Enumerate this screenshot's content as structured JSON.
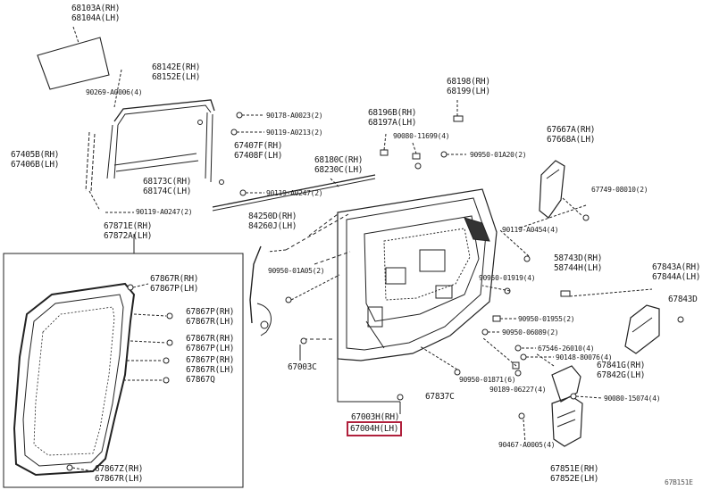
{
  "diagram": {
    "highlight_color": "#b0203c",
    "labels": {
      "p68103a": "68103A(RH)",
      "p68104a": "68104A(LH)",
      "p68142e": "68142E(RH)",
      "p68152e": "68152E(LH)",
      "p90269": "90269-A0006(4)",
      "p90178": "90178-A0023(2)",
      "p90119a": "90119-A0213(2)",
      "p67407f": "67407F(RH)",
      "p67408f": "67408F(LH)",
      "p67405b": "67405B(RH)",
      "p67406b": "67406B(LH)",
      "p68173c": "68173C(RH)",
      "p68174c": "68174C(LH)",
      "p90119b": "90119-A0247(2)",
      "p90119c": "90119-A0247(2)",
      "p68196b": "68196B(RH)",
      "p68197a": "68197A(LH)",
      "p68198": "68198(RH)",
      "p68199": "68199(LH)",
      "p90080a": "90080-11699(4)",
      "p90950a": "90950-01A20(2)",
      "p67667a": "67667A(RH)",
      "p67668a": "67668A(LH)",
      "p68180c": "68180C(RH)",
      "p68230c": "68230C(LH)",
      "p67749": "67749-08010(2)",
      "p84250d": "84250D(RH)",
      "p84260j": "84260J(LH)",
      "p90119d": "90119-A0454(4)",
      "p67871e": "67871E(RH)",
      "p67872a": "67872A(LH)",
      "p58743d": "58743D(RH)",
      "p58744h": "58744H(LH)",
      "p90950b": "90950-01A05(2)",
      "p67843a": "67843A(RH)",
      "p67844a": "67844A(LH)",
      "p67867r1": "67867R(RH)",
      "p67867p1": "67867P(LH)",
      "p90950c": "90950-01919(4)",
      "p67843d": "67843D",
      "p67867p2": "67867P(RH)",
      "p67867r2": "67867R(LH)",
      "p90950d": "90950-01955(2)",
      "p67867r3": "67867R(RH)",
      "p67867p3": "67867P(LH)",
      "p90950e": "90950-06089(2)",
      "p67546": "67546-26010(4)",
      "p90148": "90148-80076(4)",
      "p67867p4": "67867P(RH)",
      "p67867r4": "67867R(LH)",
      "p67003c": "67003C",
      "p67841g": "67841G(RH)",
      "p67842g": "67842G(LH)",
      "p67867q": "67867Q",
      "p90950f": "90950-01871(6)",
      "p90189": "90189-06227(4)",
      "p90080b": "90080-15074(4)",
      "p67837c": "67837C",
      "p67003h": "67003H(RH)",
      "p67004h": "67004H(LH)",
      "p90467": "90467-A0005(4)",
      "p67867z": "67867Z(RH)",
      "p67867r5": "67867R(LH)",
      "p67851e": "67851E(RH)",
      "p67852e": "67852E(LH)",
      "p67b151e": "67B151E"
    }
  }
}
